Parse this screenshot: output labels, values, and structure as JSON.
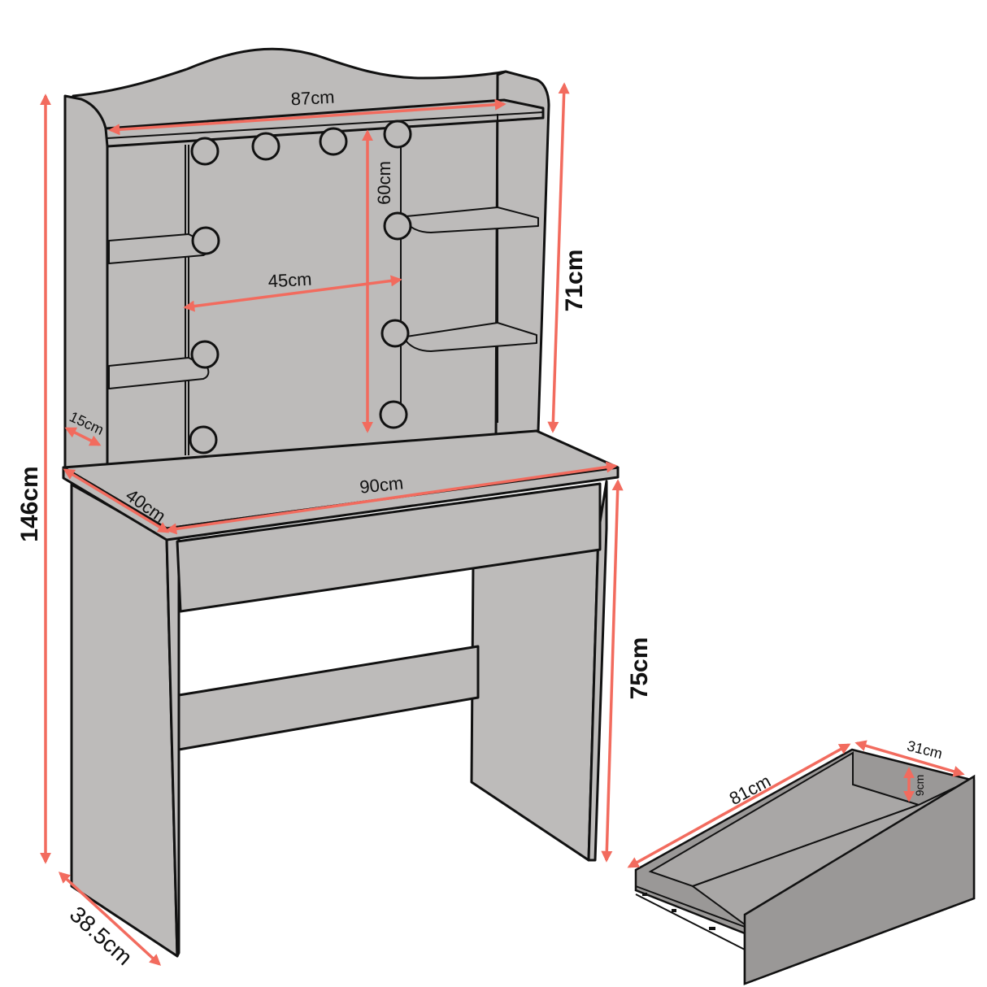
{
  "diagram": {
    "subject": "Vanity dressing table with hutch, bulbs and drawer",
    "colors": {
      "panel_fill": "#bdbbba",
      "outline": "#111111",
      "dimension_line": "#f26b5e",
      "background": "#ffffff"
    },
    "dimensions": {
      "total_height": "146cm",
      "hutch_height": "71cm",
      "table_height": "75cm",
      "top_shelf_width": "87cm",
      "mirror_height": "60cm",
      "mirror_width": "45cm",
      "side_shelf_depth": "15cm",
      "tabletop_width": "90cm",
      "tabletop_depth": "40cm",
      "leg_depth": "38.5cm"
    },
    "drawer": {
      "length": "81cm",
      "width": "31cm",
      "depth": "9cm"
    },
    "components": {
      "bulb_count": 10,
      "left_shelves": 2,
      "right_shelves": 2,
      "drawers": 1
    }
  }
}
